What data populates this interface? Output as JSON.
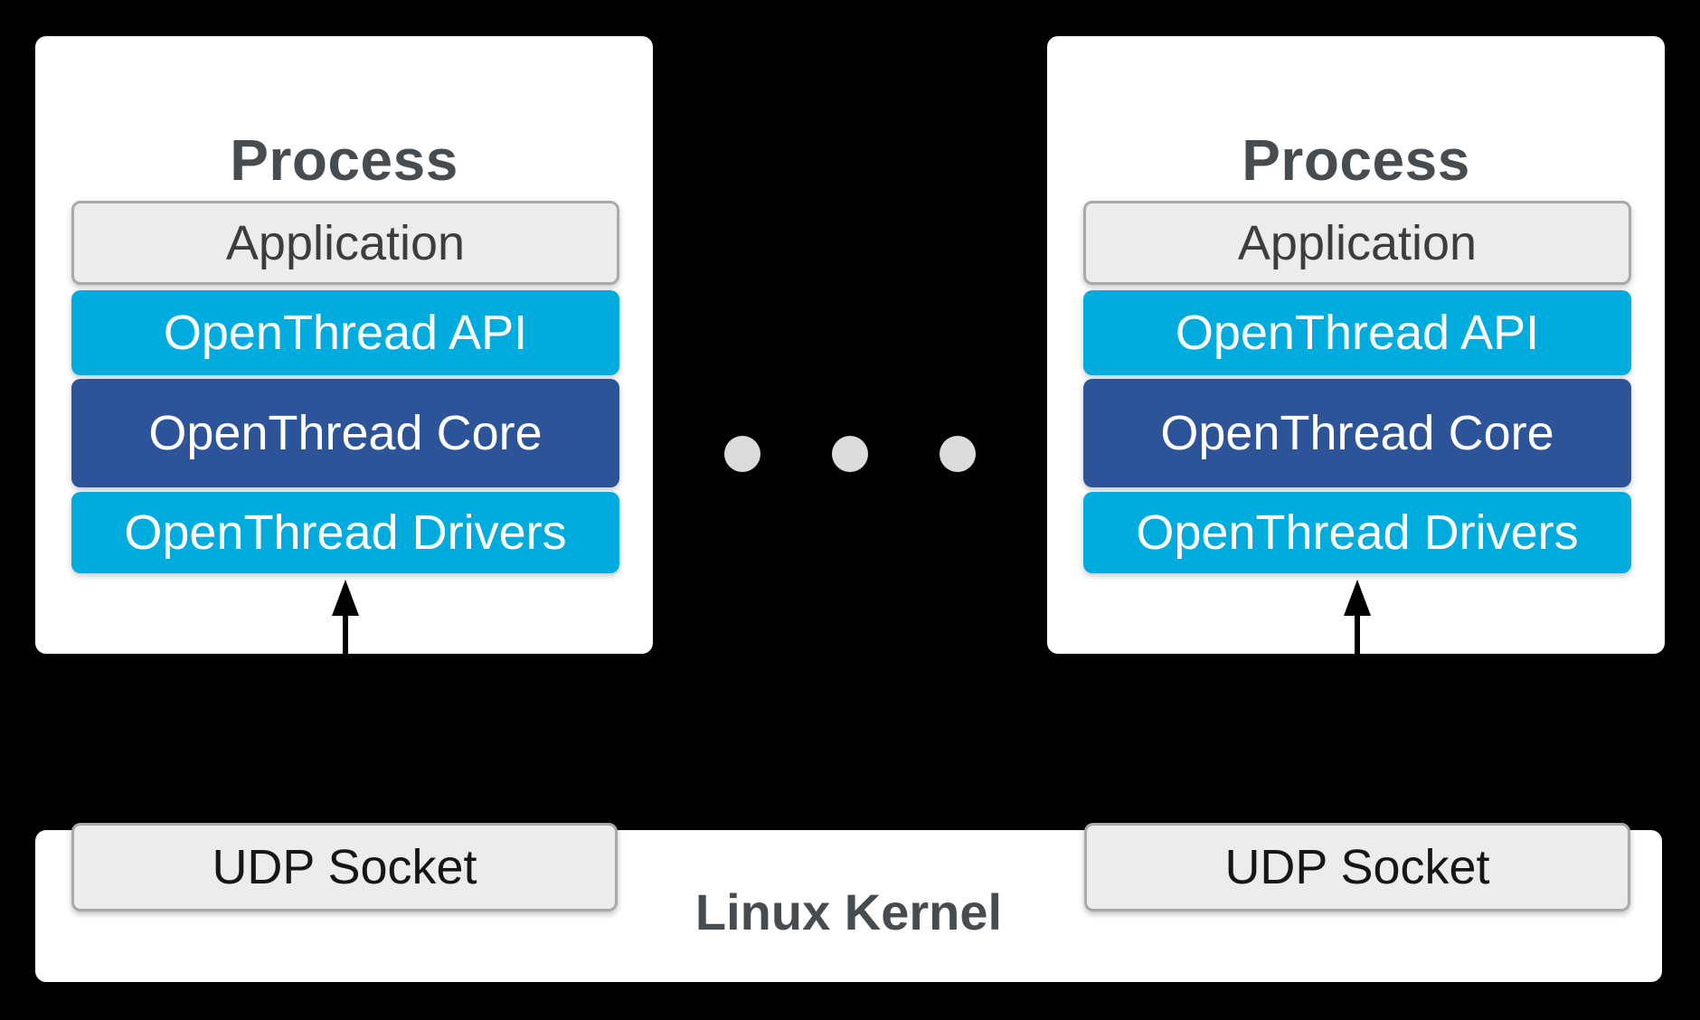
{
  "colors": {
    "background": "#000000",
    "panel": "#ffffff",
    "cyan": "#00acde",
    "dark_blue": "#2d5499",
    "gray_fill": "#ececec",
    "gray_border": "#a9a9a9",
    "title_text": "#474c51",
    "layer_white_text": "#ffffff",
    "dot": "#dcdcdc",
    "arrow": "#000000"
  },
  "processes": [
    {
      "title": "Process",
      "layers": [
        {
          "label": "Application"
        },
        {
          "label": "OpenThread API"
        },
        {
          "label": "OpenThread Core"
        },
        {
          "label": "OpenThread Drivers"
        }
      ]
    },
    {
      "title": "Process",
      "layers": [
        {
          "label": "Application"
        },
        {
          "label": "OpenThread API"
        },
        {
          "label": "OpenThread Core"
        },
        {
          "label": "OpenThread Drivers"
        }
      ]
    }
  ],
  "ellipsis": {
    "dot_count": 3
  },
  "kernel": {
    "label": "Linux Kernel",
    "sockets": [
      {
        "label": "UDP Socket"
      },
      {
        "label": "UDP Socket"
      }
    ]
  }
}
